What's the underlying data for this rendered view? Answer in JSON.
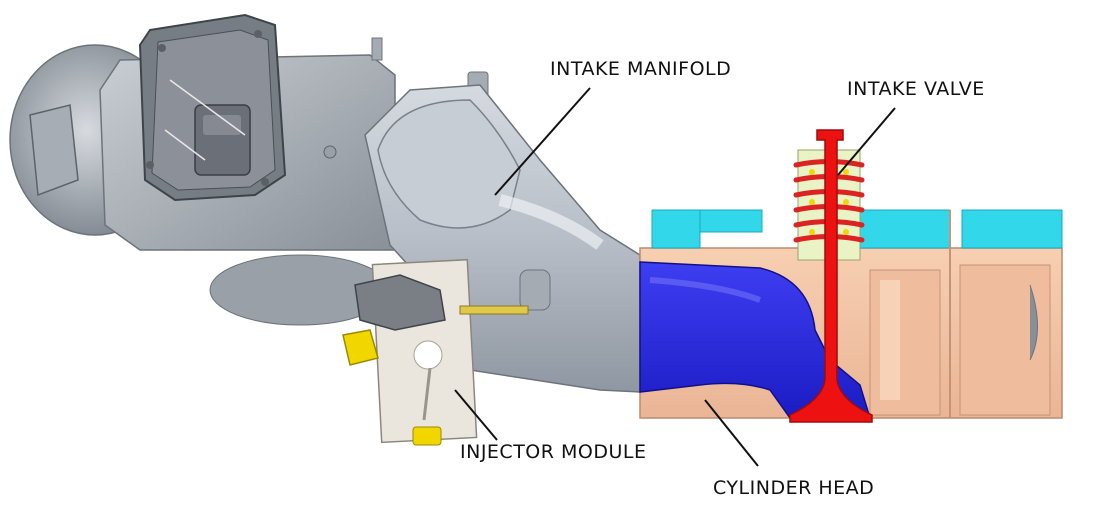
{
  "labels": {
    "intake_manifold": "INTAKE MANIFOLD",
    "intake_valve": "INTAKE VALVE",
    "injector_module": "INJECTOR MODULE",
    "cylinder_head": "CYLINDER HEAD"
  },
  "colors": {
    "background": "#ffffff",
    "manifold": "#b9c0c8",
    "throttle_body": "#8a8f96",
    "cylinder_head": "#f4c4a3",
    "intake_port": "#2a2ae0",
    "valve": "#ee1111",
    "spring": "#dd2222",
    "water_jacket": "#33d7ea",
    "injector_fitting": "#f2d600",
    "label_text": "#111111"
  },
  "icons": {
    "throttle_actuator": "throttle-actuator-icon",
    "injector_nozzle": "injector-nozzle-icon"
  }
}
